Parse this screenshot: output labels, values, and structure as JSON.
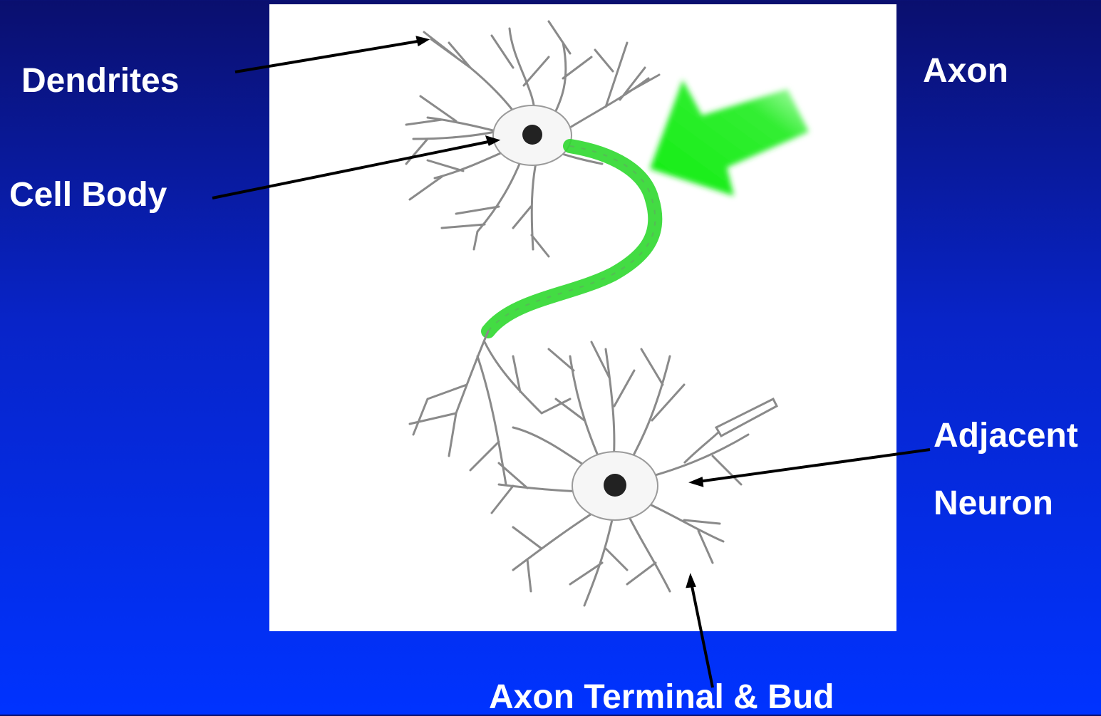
{
  "labels": {
    "dendrites": "Dendrites",
    "cell_body": "Cell Body",
    "axon": "Axon",
    "adjacent": "Adjacent",
    "neuron": "Neuron",
    "axon_terminal": "Axon Terminal & Bud"
  },
  "colors": {
    "background_top": "#0a0f6e",
    "background_bottom": "#0033ff",
    "label_text": "#ffffff",
    "axon_highlight": "#2fd82f",
    "pointer_arrow": "#22ee22",
    "neuron_outline": "#8a8a8a",
    "nucleus": "#222222",
    "leader_line": "#000000"
  },
  "icons": {
    "highlight_arrow": "green-arrow-icon",
    "nucleus": "nucleus-icon"
  }
}
